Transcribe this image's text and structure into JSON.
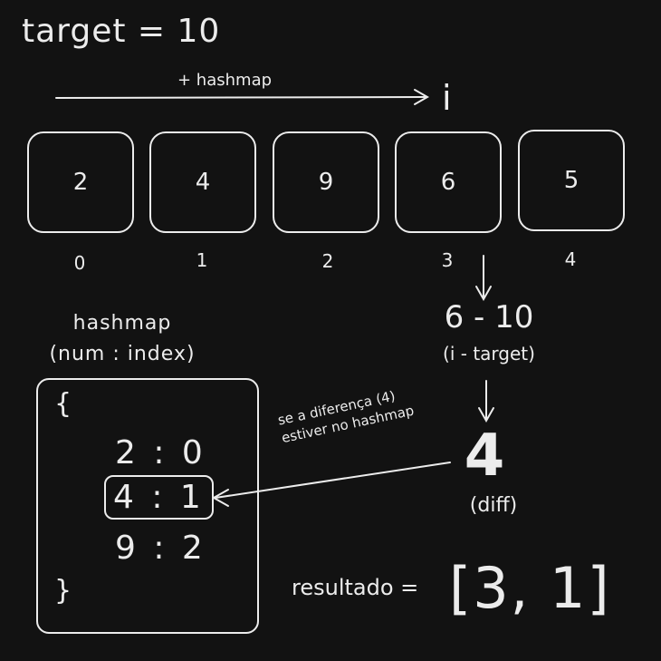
{
  "title": "target = 10",
  "top_arrow_label": "+ hashmap",
  "pointer_label": "i",
  "array": [
    {
      "value": "2",
      "index": "0"
    },
    {
      "value": "4",
      "index": "1"
    },
    {
      "value": "9",
      "index": "2"
    },
    {
      "value": "6",
      "index": "3"
    },
    {
      "value": "5",
      "index": "4"
    }
  ],
  "hashmap": {
    "title_line1": "hashmap",
    "title_line2": "(num : index)",
    "open_brace": "{",
    "close_brace": "}",
    "entries": [
      "2 : 0",
      "4 : 1",
      "9 : 2"
    ]
  },
  "calc": {
    "expression": "6 - 10",
    "expression_note": "(i - target)",
    "diff_value": "4",
    "diff_label": "(diff)"
  },
  "note": {
    "line1": "se a diferença (4)",
    "line2": "estiver no hashmap"
  },
  "result": {
    "label": "resultado =",
    "value": "[3, 1]"
  }
}
